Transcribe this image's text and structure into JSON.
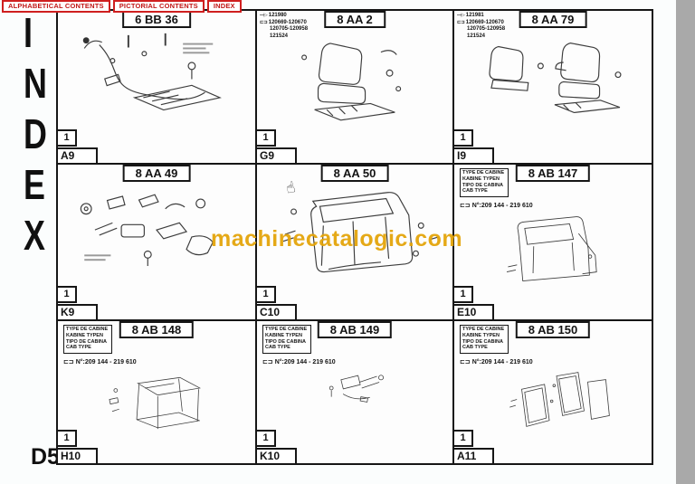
{
  "page": {
    "page_label": "D5",
    "watermark": "machinecatalogic.com",
    "watermark_color": "#e4a50b",
    "accent_red": "#cf1f1f",
    "index_letters": [
      "I",
      "N",
      "D",
      "E",
      "X"
    ]
  },
  "icons": {
    "key": "—▷",
    "bracket": "⊏ ⊐",
    "cursor": "☝"
  },
  "tabs": [
    {
      "label": "ALPHABETICAL CONTENTS"
    },
    {
      "label": "PICTORIAL CONTENTS"
    },
    {
      "label": "INDEX"
    }
  ],
  "grid": {
    "cells": [
      {
        "code": "6 BB 36",
        "qty": "1",
        "ref": "A9",
        "diagram": "control-linkage"
      },
      {
        "code": "8 AA 2",
        "qty": "1",
        "ref": "G9",
        "diagram": "operator-seat",
        "serials": [
          "121980",
          "120669-120670",
          "120705-120958",
          "121524"
        ]
      },
      {
        "code": "8 AA 79",
        "qty": "1",
        "ref": "I9",
        "diagram": "operator-seat-assembly",
        "serials": [
          "121981",
          "120669-120670",
          "120705-120958",
          "121524"
        ]
      },
      {
        "code": "8 AA 49",
        "qty": "1",
        "ref": "K9",
        "diagram": "seat-parts"
      },
      {
        "code": "8 AA 50",
        "qty": "1",
        "ref": "C10",
        "diagram": "cab-frame"
      },
      {
        "code": "8 AB 147",
        "qty": "1",
        "ref": "E10",
        "diagram": "cab",
        "type_box": [
          "TYPE DE CABINE",
          "KABINE TYPEN",
          "TIPO DE CABINA",
          "CAB TYPE"
        ],
        "serial_range": "N°:209 144 - 219 610"
      },
      {
        "code": "8 AB 148",
        "qty": "1",
        "ref": "H10",
        "diagram": "cab-skeleton",
        "type_box": [
          "TYPE DE CABINE",
          "KABINE TYPEN",
          "TIPO DE CABINA",
          "CAB TYPE"
        ],
        "serial_range": "N°:209 144 - 219 610"
      },
      {
        "code": "8 AB 149",
        "qty": "1",
        "ref": "K10",
        "diagram": "cab-assembly",
        "type_box": [
          "TYPE DE CABINE",
          "KABINE TYPEN",
          "TIPO DE CABINA",
          "CAB TYPE"
        ],
        "serial_range": "N°:209 144 - 219 610"
      },
      {
        "code": "8 AB 150",
        "qty": "1",
        "ref": "A11",
        "diagram": "cab-glazing",
        "type_box": [
          "TYPE DE CABINE",
          "KABINE TYPEN",
          "TIPO DE CABINA",
          "CAB TYPE"
        ],
        "serial_range": "N°:209 144 - 219 610"
      }
    ]
  }
}
